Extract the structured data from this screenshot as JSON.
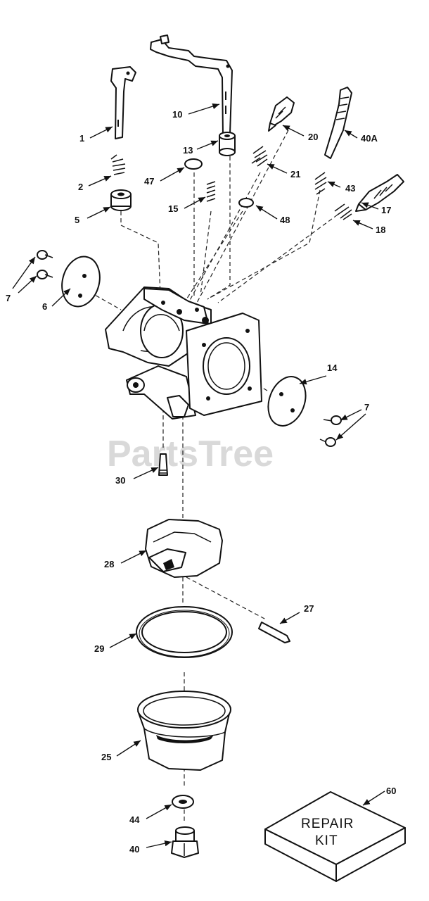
{
  "watermark": "PartsTree",
  "repair_kit": {
    "line1": "REPAIR",
    "line2": "KIT",
    "number": "60"
  },
  "callouts": {
    "c1": "1",
    "c2": "2",
    "c5": "5",
    "c6": "6",
    "c7a": "7",
    "c7b": "7",
    "c10": "10",
    "c13": "13",
    "c14": "14",
    "c15": "15",
    "c17": "17",
    "c18": "18",
    "c20": "20",
    "c21": "21",
    "c25": "25",
    "c27": "27",
    "c28": "28",
    "c29": "29",
    "c30": "30",
    "c40": "40",
    "c40a": "40A",
    "c43": "43",
    "c44": "44",
    "c47": "47",
    "c48": "48"
  }
}
